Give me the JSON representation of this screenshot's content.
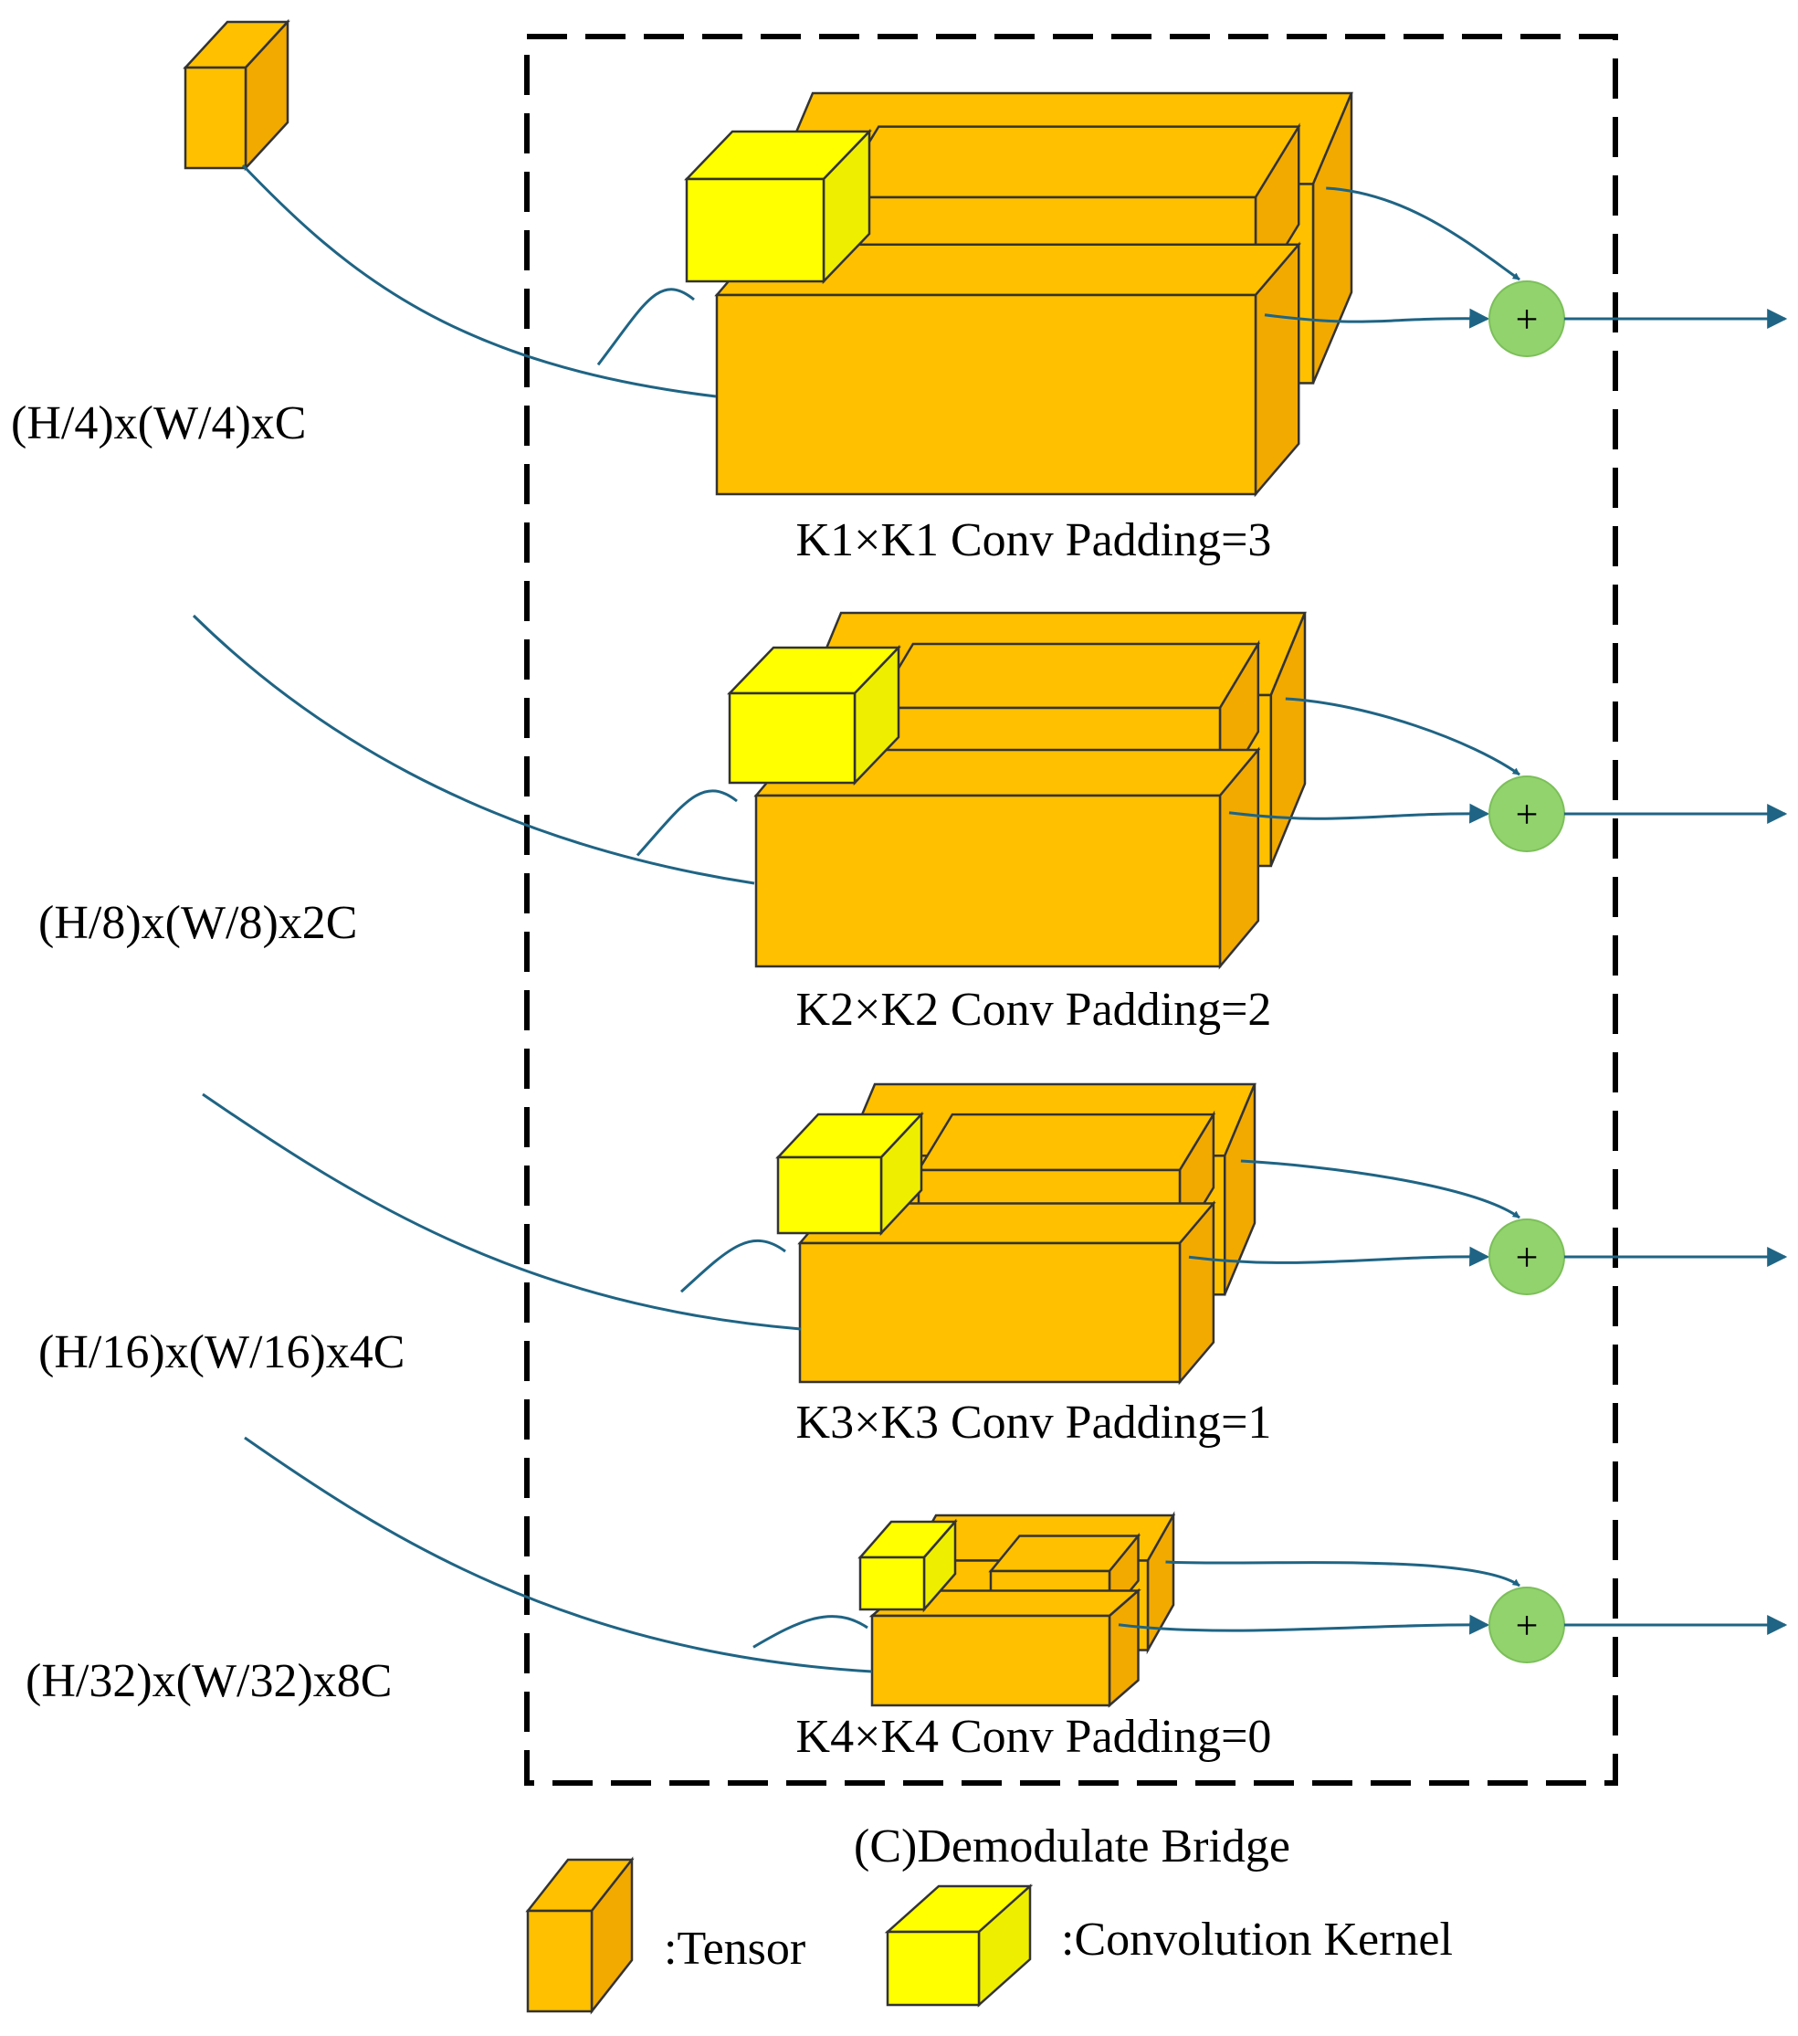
{
  "diagram": {
    "title": "(C)Demodulate Bridge",
    "colors": {
      "tensor_front": "#ffc000",
      "tensor_side": "#f2a900",
      "kernel_front": "#ffff00",
      "kernel_side": "#eeee00",
      "adder_fill": "#92d36e",
      "adder_stroke": "#7cbf5a",
      "arrow": "#1f6484",
      "frame": "#000000"
    },
    "inputs": [
      {
        "label": "(H/4)x(W/4)xC"
      },
      {
        "label": "(H/8)x(W/8)x2C"
      },
      {
        "label": "(H/16)x(W/16)x4C"
      },
      {
        "label": "(H/32)x(W/32)x8C"
      }
    ],
    "stages": [
      {
        "label": "K1×K1 Conv Padding=3",
        "adder_symbol": "+"
      },
      {
        "label": "K2×K2 Conv Padding=2",
        "adder_symbol": "+"
      },
      {
        "label": "K3×K3 Conv Padding=1",
        "adder_symbol": "+"
      },
      {
        "label": "K4×K4 Conv Padding=0",
        "adder_symbol": "+"
      }
    ],
    "legend": {
      "tensor_label": ":Tensor",
      "kernel_label": ":Convolution Kernel"
    }
  }
}
